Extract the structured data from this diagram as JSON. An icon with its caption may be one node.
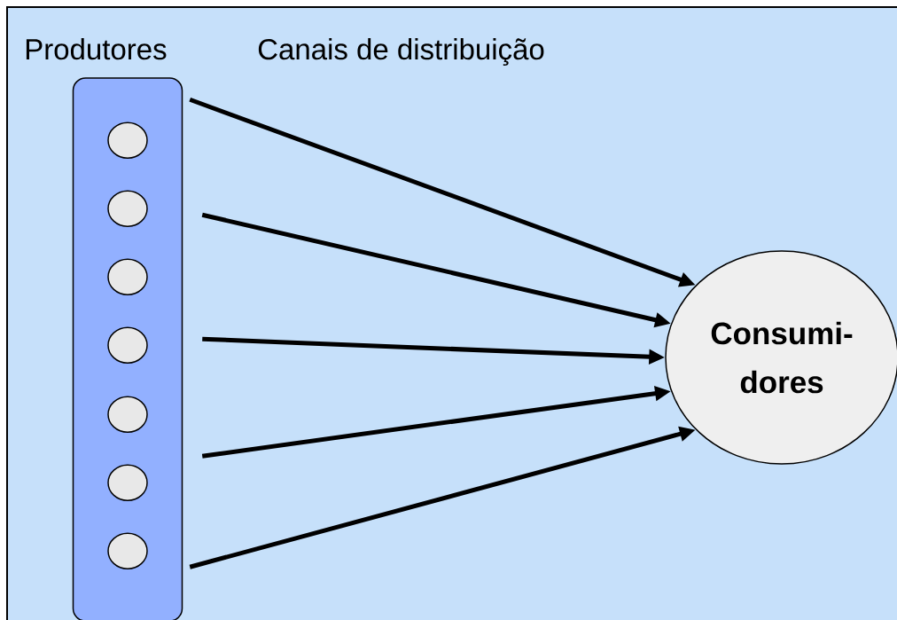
{
  "diagram": {
    "nodes": [
      {
        "text": [
          "Produtores"
        ]
      },
      {
        "text": [],
        "shape": "circle",
        "in": 0
      },
      {
        "text": [],
        "shape": "circle",
        "in": 0
      },
      {
        "text": [],
        "shape": "circle",
        "in": 0
      },
      {
        "text": [],
        "shape": "circle",
        "in": 0
      },
      {
        "text": [],
        "shape": "circle",
        "in": 0
      },
      {
        "text": [],
        "shape": "circle",
        "in": 0
      },
      {
        "text": [],
        "shape": "circle",
        "in": 0
      },
      {
        "text": [
          "Consumi- dores"
        ]
      }
    ],
    "edges": [
      {
        "from": 0,
        "to": 8,
        "arrow": "to"
      },
      {
        "from": 0,
        "to": 8,
        "arrow": "to"
      },
      {
        "from": 0,
        "to": 8,
        "arrow": "to"
      },
      {
        "from": 0,
        "to": 8,
        "arrow": "to"
      },
      {
        "from": 0,
        "to": 8,
        "arrow": "to"
      }
    ],
    "labels": [
      "Canais de distribuição"
    ]
  }
}
